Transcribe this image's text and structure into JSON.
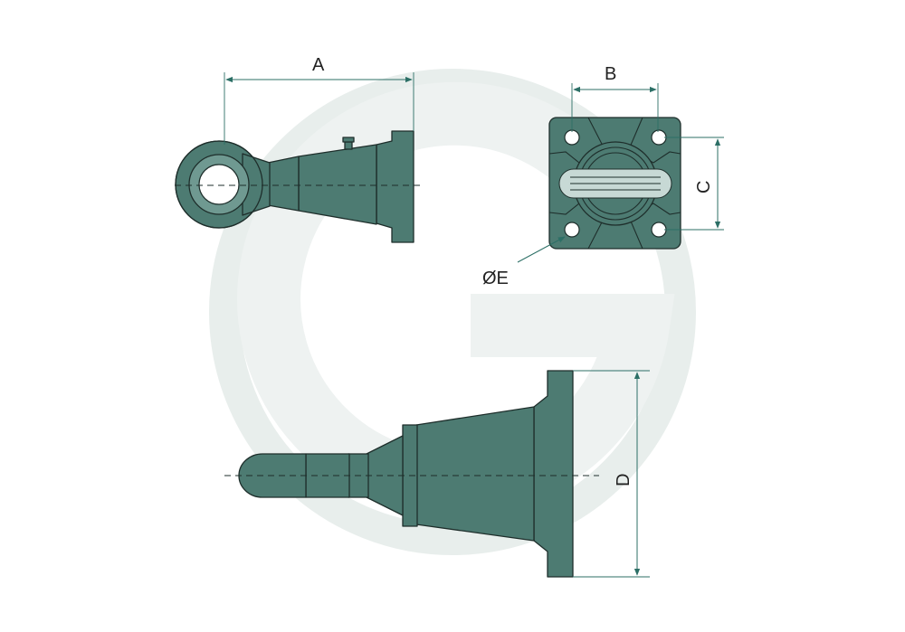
{
  "labels": {
    "A": "A",
    "B": "B",
    "C": "C",
    "D": "D",
    "E": "ØE"
  },
  "colors": {
    "part": "#4d7b72",
    "dimension_line": "#2c6f66",
    "outline": "#1e2e2b",
    "watermark": "#e3eae8"
  },
  "watermark": {
    "logo": "G"
  }
}
